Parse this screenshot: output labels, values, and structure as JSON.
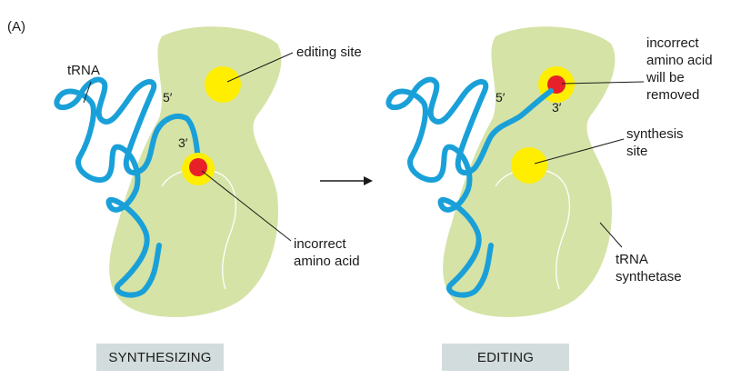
{
  "figure_label": "(A)",
  "left_panel": {
    "title": "SYNTHESIZING",
    "labels": {
      "trna": "tRNA",
      "editing_site": "editing site",
      "five_prime": "5′",
      "three_prime": "3′",
      "incorrect_line1": "incorrect",
      "incorrect_line2": "amino acid"
    }
  },
  "right_panel": {
    "title": "EDITING",
    "labels": {
      "five_prime": "5′",
      "three_prime": "3′",
      "removed_line1": "incorrect",
      "removed_line2": "amino acid",
      "removed_line3": "will be",
      "removed_line4": "removed",
      "synthesis_line1": "synthesis",
      "synthesis_line2": "site",
      "synthetase_line1": "tRNA",
      "synthetase_line2": "synthetase"
    }
  },
  "colors": {
    "enzyme": "#d5e3a6",
    "trna": "#1aa0d8",
    "site": "#ffee00",
    "amino_acid": "#e8202a",
    "panel_bar": "#d3dcdc"
  }
}
